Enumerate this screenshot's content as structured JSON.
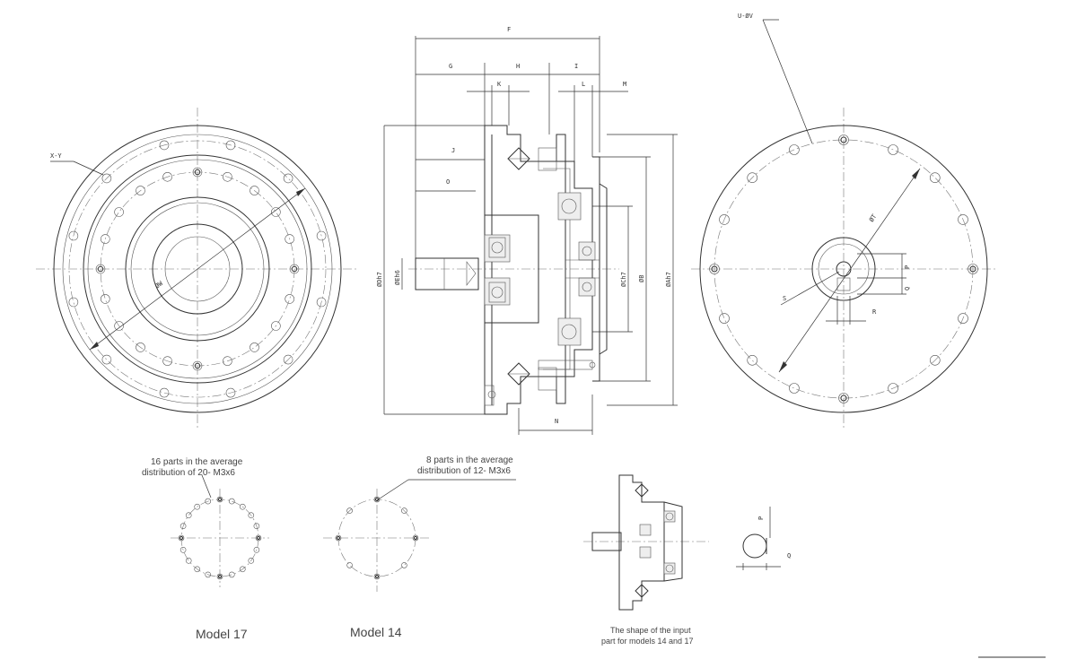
{
  "dimensions": {
    "F": "F",
    "G": "G",
    "H": "H",
    "I": "I",
    "K": "K",
    "L": "L",
    "M": "M",
    "J": "J",
    "O": "O",
    "N": "N",
    "P": "P",
    "Q": "Q",
    "R": "R",
    "S": "S",
    "dia_E": "ØEh6",
    "dia_D": "ØDh7",
    "dia_C": "ØCh7",
    "dia_B": "ØB",
    "dia_A": "ØAh7",
    "dia_W": "ØW",
    "dia_T": "ØT"
  },
  "callouts": {
    "left_view": "X-Y",
    "right_view": "U-ØV"
  },
  "details": {
    "model17_note_line1": "16 parts in the average",
    "model17_note_line2": "distribution of 20- M3x6",
    "model14_note_line1": "8 parts in the average",
    "model14_note_line2": "distribution of 12- M3x6",
    "model17_label": "Model 17",
    "model14_label": "Model 14",
    "input_shape_line1": "The shape of the input",
    "input_shape_line2": "part for models 14 and 17",
    "key_q": "Q",
    "key_p": "P"
  }
}
